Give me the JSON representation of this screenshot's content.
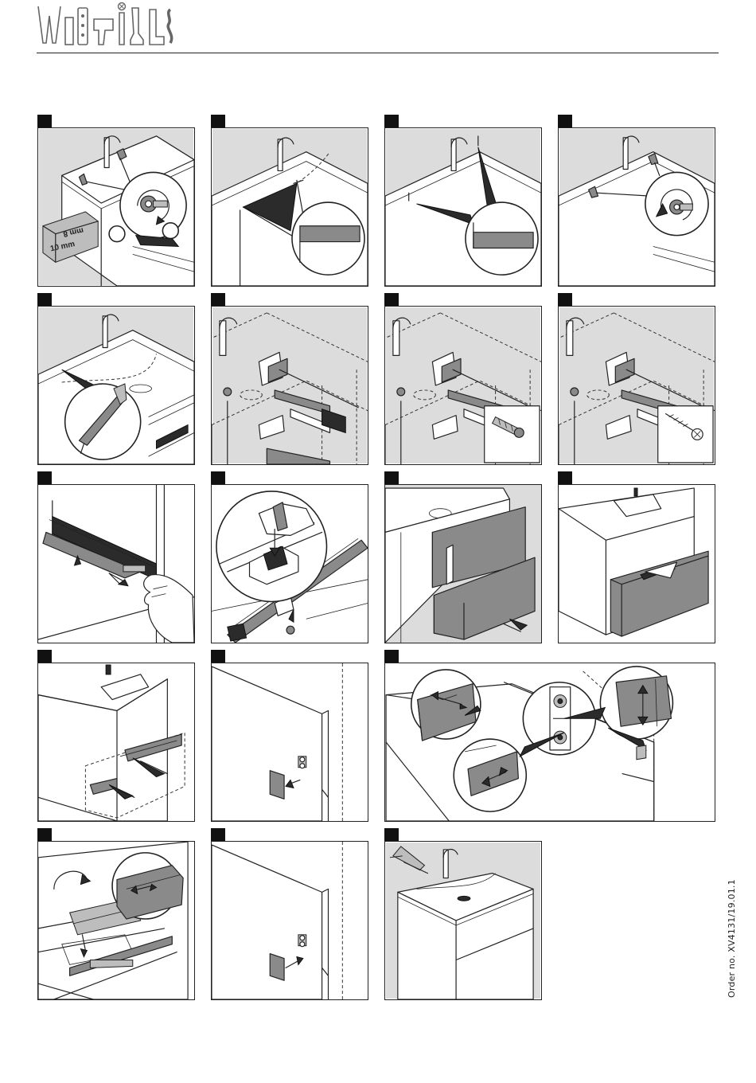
{
  "brand": {
    "logo_icon": "tools-logo-icon"
  },
  "steps": [
    {
      "number": "",
      "scene": "basin-fixing-screws",
      "label": "10 mm"
    },
    {
      "number": "",
      "scene": "wall-distance-gauge"
    },
    {
      "number": "",
      "scene": "wall-distance-gauge-side"
    },
    {
      "number": "",
      "scene": "tighten-nut"
    },
    {
      "number": "",
      "scene": "silicone-cut"
    },
    {
      "number": "",
      "scene": "cabinet-outline"
    },
    {
      "number": "",
      "scene": "cabinet-dowel"
    },
    {
      "number": "",
      "scene": "cabinet-screw"
    },
    {
      "number": "",
      "scene": "drawer-runner-release"
    },
    {
      "number": "",
      "scene": "runner-clip"
    },
    {
      "number": "",
      "scene": "drawers-insert"
    },
    {
      "number": "",
      "scene": "drawer-push"
    },
    {
      "number": "",
      "scene": "runners-pull"
    },
    {
      "number": "",
      "scene": "side-panel-clip-in"
    },
    {
      "number": "",
      "scene": "front-adjustment"
    },
    {
      "number": "",
      "scene": "drawer-insert-box"
    },
    {
      "number": "",
      "scene": "side-panel-clip-out"
    },
    {
      "number": "",
      "scene": "finished-unit"
    }
  ],
  "footer": {
    "order_no": "Order no. XV4131/19.01.1"
  }
}
